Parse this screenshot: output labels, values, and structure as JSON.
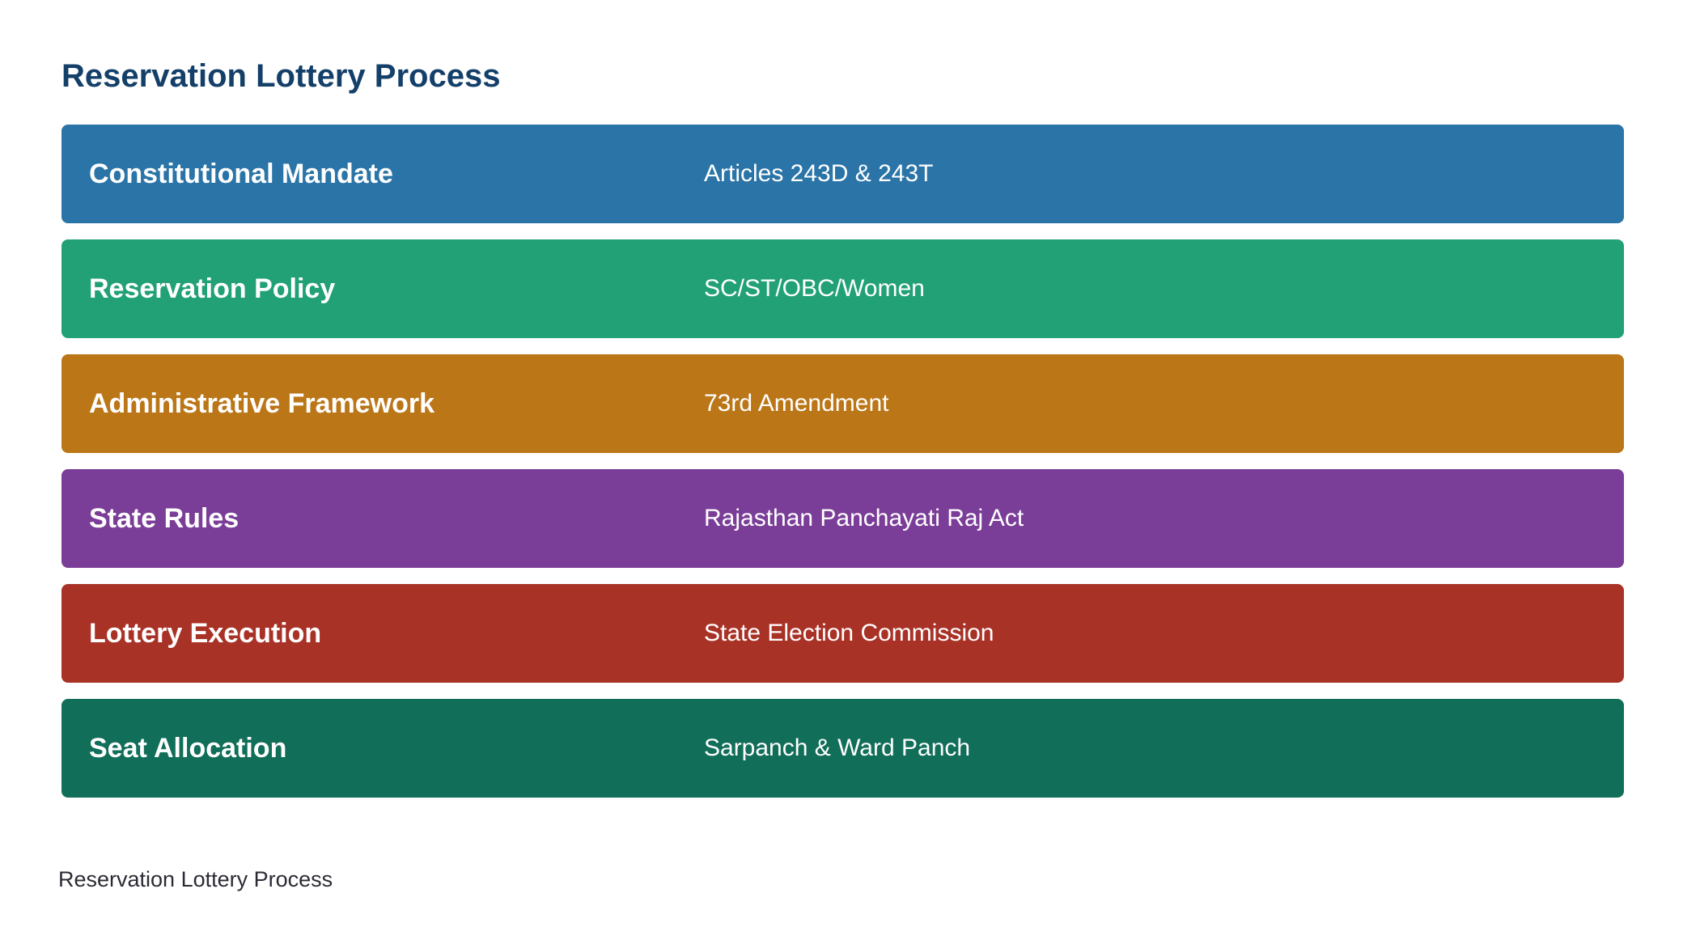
{
  "title": "Reservation Lottery Process",
  "rows": [
    {
      "label": "Constitutional Mandate",
      "value": "Articles 243D & 243T",
      "color": "#2a74a7"
    },
    {
      "label": "Reservation Policy",
      "value": "SC/ST/OBC/Women",
      "color": "#21a175"
    },
    {
      "label": "Administrative Framework",
      "value": "73rd Amendment",
      "color": "#bb7618"
    },
    {
      "label": "State Rules",
      "value": "Rajasthan Panchayati Raj Act",
      "color": "#7b3e98"
    },
    {
      "label": "Lottery Execution",
      "value": "State Election Commission",
      "color": "#a93227"
    },
    {
      "label": "Seat Allocation",
      "value": "Sarpanch & Ward Panch",
      "color": "#116e59"
    }
  ],
  "footer": "Reservation Lottery Process"
}
